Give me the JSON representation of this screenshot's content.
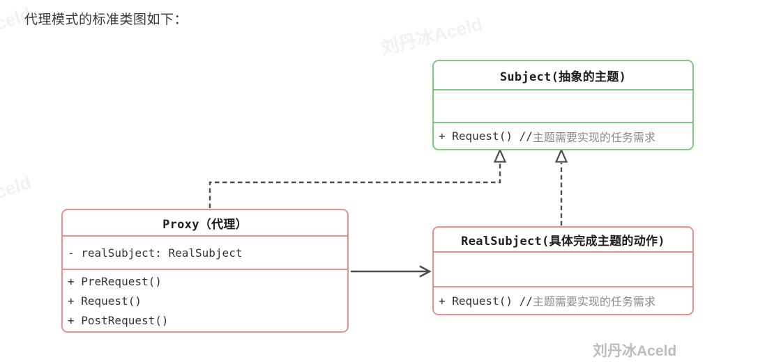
{
  "page": {
    "heading": "代理模式的标准类图如下："
  },
  "diagram": {
    "subject": {
      "title": "Subject(抽象的主题)",
      "method_code": "+ Request() //",
      "method_comment": "主题需要实现的任务需求"
    },
    "proxy": {
      "title": "Proxy（代理）",
      "attribute": "- realSubject: RealSubject",
      "methods": [
        "+ PreRequest()",
        "+ Request()",
        "+ PostRequest()"
      ]
    },
    "realsubject": {
      "title": "RealSubject(具体完成主题的动作)",
      "method_code": "+ Request() //",
      "method_comment": "主题需要实现的任务需求"
    },
    "relations": [
      {
        "type": "realization",
        "from": "Proxy",
        "to": "Subject",
        "line": "dashed",
        "arrowhead": "hollow-triangle"
      },
      {
        "type": "realization",
        "from": "RealSubject",
        "to": "Subject",
        "line": "dashed",
        "arrowhead": "hollow-triangle"
      },
      {
        "type": "association",
        "from": "Proxy",
        "to": "RealSubject",
        "line": "solid",
        "arrowhead": "open"
      }
    ]
  },
  "colors": {
    "subject_border": "#7ec97e",
    "proxy_border": "#e89090",
    "realsubject_border": "#e89090",
    "arrow": "#4d4d4d",
    "heading_text": "#3b3b3b",
    "code_text": "#333333",
    "comment_text": "#8a8a8a",
    "watermark_corner": "#bdbdbd"
  },
  "watermarks": {
    "corner": "刘丹冰Aceld",
    "faint_center": "刘丹冰Aceld",
    "faint_left_top": "刘丹冰Aceld",
    "faint_left_mid": "刘丹冰Aceld"
  }
}
